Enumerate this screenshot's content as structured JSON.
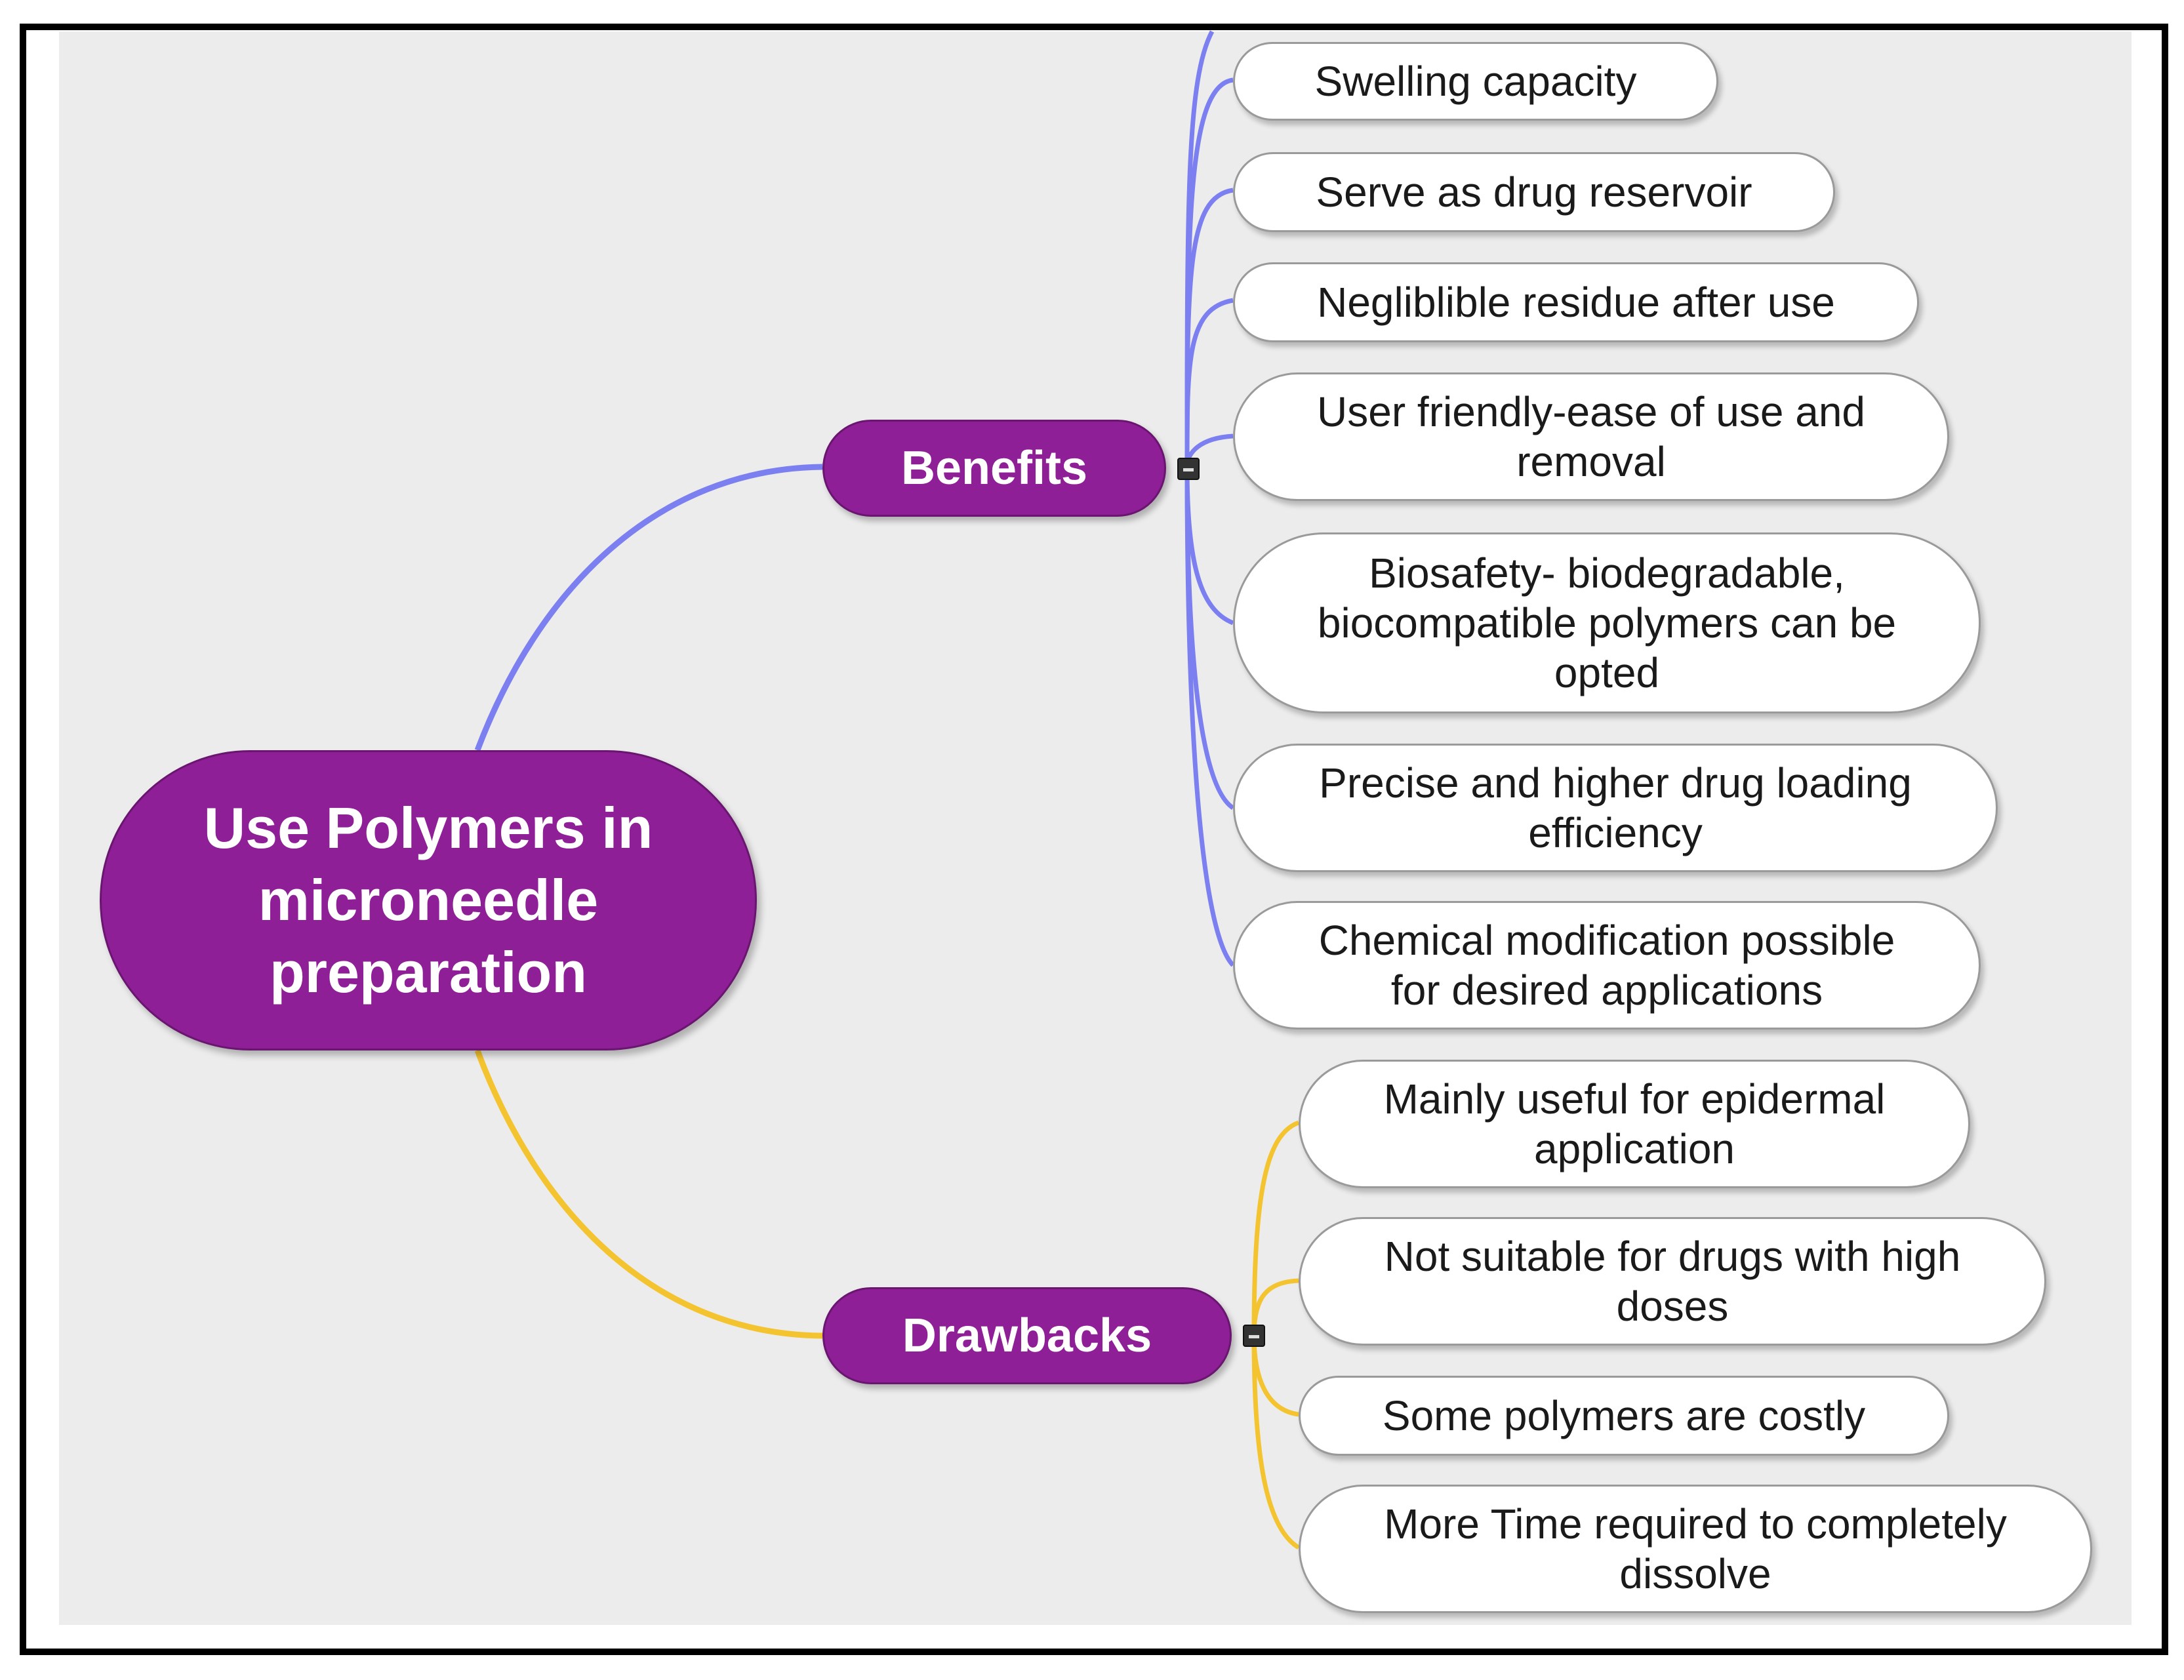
{
  "root": {
    "label": "Use Polymers in microneedle preparation"
  },
  "branches": [
    {
      "label": "Benefits",
      "line_color": "#7b7ff0",
      "items": [
        "Swelling capacity",
        "Serve as drug reservoir",
        "Negliblible residue after use",
        "User friendly-ease of use and removal",
        "Biosafety- biodegradable, biocompatible polymers can be opted",
        "Precise and higher drug loading efficiency",
        "Chemical modification possible for desired applications"
      ]
    },
    {
      "label": "Drawbacks",
      "line_color": "#f4c430",
      "items": [
        "Mainly useful for epidermal application",
        "Not suitable for drugs with high doses",
        "Some polymers are costly",
        "More Time required to completely dissolve"
      ]
    }
  ],
  "colors": {
    "node_fill": "#8e1f96",
    "background": "#ececec"
  },
  "icons": {
    "collapse": "collapse-toggle-icon"
  }
}
